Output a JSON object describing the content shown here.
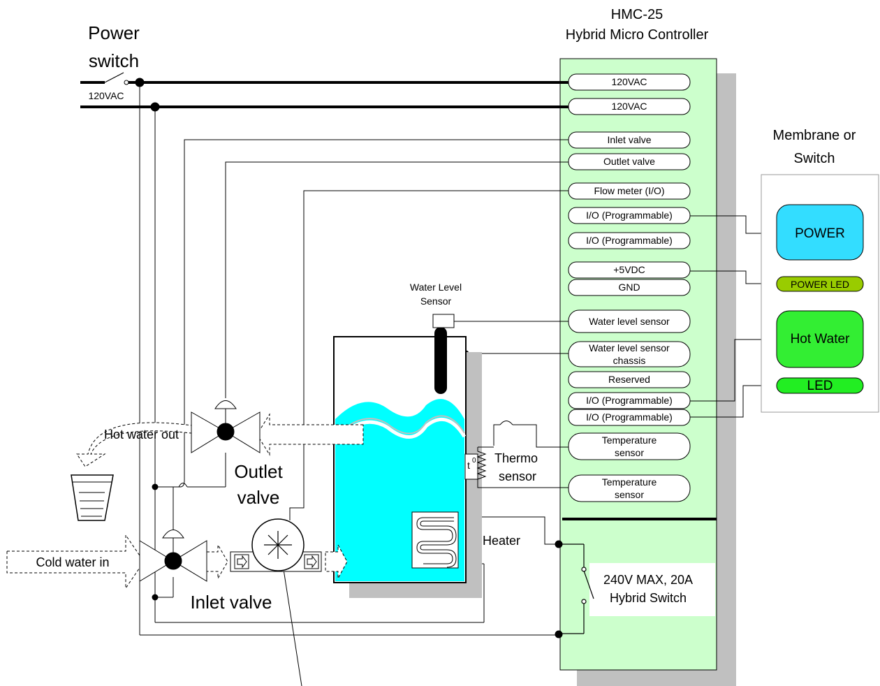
{
  "controller": {
    "model": "HMC-25",
    "name": "Hybrid Micro Controller"
  },
  "pins": {
    "ac1": "120VAC",
    "ac2": "120VAC",
    "inlet": "Inlet valve",
    "outlet": "Outlet valve",
    "flow": "Flow meter (I/O)",
    "io1": "I/O (Programmable)",
    "io2": "I/O (Programmable)",
    "vcc": "+5VDC",
    "gnd": "GND",
    "level": "Water level sensor",
    "chassis1": "Water level sensor",
    "chassis2": "chassis",
    "reserved": "Reserved",
    "io3": "I/O (Programmable)",
    "io4": "I/O (Programmable)",
    "temp1a": "Temperature",
    "temp1b": "sensor",
    "temp2a": "Temperature",
    "temp2b": "sensor"
  },
  "switch_block": {
    "line1": "240V MAX, 20A",
    "line2": "Hybrid Switch"
  },
  "membrane": {
    "title1": "Membrane or",
    "title2": "Switch",
    "power_button": "POWER",
    "power_led": "POWER LED",
    "hot_water_button": "Hot Water",
    "led": "LED"
  },
  "labels": {
    "power_switch1": "Power",
    "power_switch2": "switch",
    "supply": "120VAC",
    "water_level1": "Water Level",
    "water_level2": "Sensor",
    "hot_water_out": "Hot water out",
    "outlet_valve1": "Outlet",
    "outlet_valve2": "valve",
    "cold_water_in": "Cold water in",
    "inlet_valve": "Inlet valve",
    "thermo1": "Thermo",
    "thermo2": "sensor",
    "thermo_symbol": "t",
    "thermo_sup": "0",
    "heater": "Heater"
  },
  "colors": {
    "controller_fill": "#ccffcc",
    "shadow": "#c0c0c0",
    "water": "#00ffff",
    "power_button": "#33ddff",
    "power_led": "#99cc00",
    "hot_water": "#33ee33",
    "led": "#22ee22"
  }
}
